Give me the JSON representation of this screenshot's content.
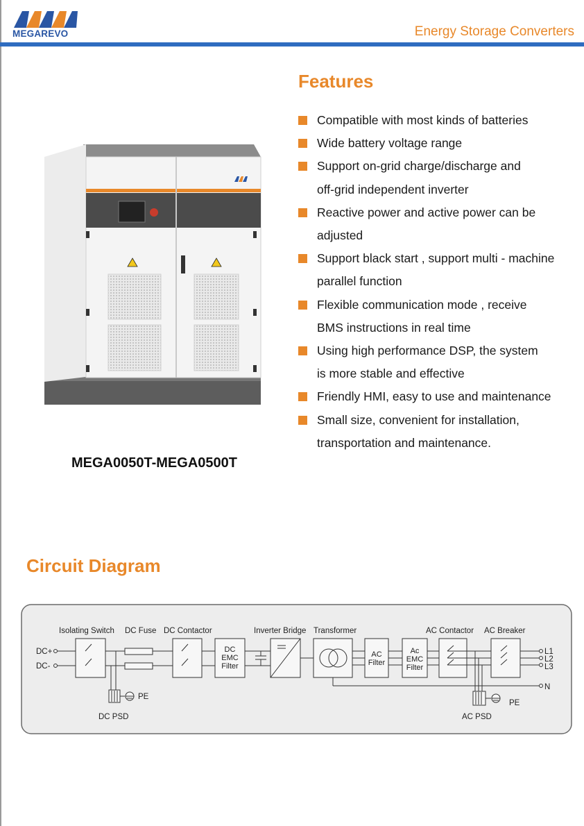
{
  "header": {
    "logo_text": "MEGAREVO",
    "title": "Energy Storage Converters",
    "brand_color": "#2f6cc0",
    "accent_color": "#e8882a"
  },
  "features": {
    "title": "Features",
    "items": [
      "Compatible with most kinds of batteries",
      "Wide battery voltage range",
      "Support on-grid charge/discharge and\noff-grid independent inverter",
      "Reactive power and active power can be\n adjusted",
      "Support black start , support multi - machine\nparallel function",
      "Flexible communication mode , receive\nBMS instructions in real time",
      "Using high performance DSP, the system\nis more stable and effective",
      "Friendly HMI, easy to use and maintenance",
      "Small size, convenient for installation,\ntransportation and maintenance."
    ]
  },
  "product": {
    "model": "MEGA0050T-MEGA0500T"
  },
  "circuit": {
    "title": "Circuit Diagram",
    "labels": {
      "isolating_switch": "Isolating Switch",
      "dc_fuse": "DC Fuse",
      "dc_contactor": "DC Contactor",
      "inverter_bridge": "Inverter Bridge",
      "transformer": "Transformer",
      "ac_contactor": "AC Contactor",
      "ac_breaker": "AC Breaker",
      "dc_plus": "DC+",
      "dc_minus": "DC-",
      "dc_psd": "DC PSD",
      "ac_psd": "AC PSD",
      "pe_dc": "PE",
      "pe_ac": "PE",
      "l1": "L1",
      "l2": "L2",
      "l3": "L3",
      "n": "N"
    },
    "dc_emc_filter": [
      "DC",
      "EMC",
      "Filter"
    ],
    "ac_filter": [
      "AC",
      "Filter"
    ],
    "ac_emc_filter": [
      "Ac",
      "EMC",
      "Filter"
    ]
  }
}
